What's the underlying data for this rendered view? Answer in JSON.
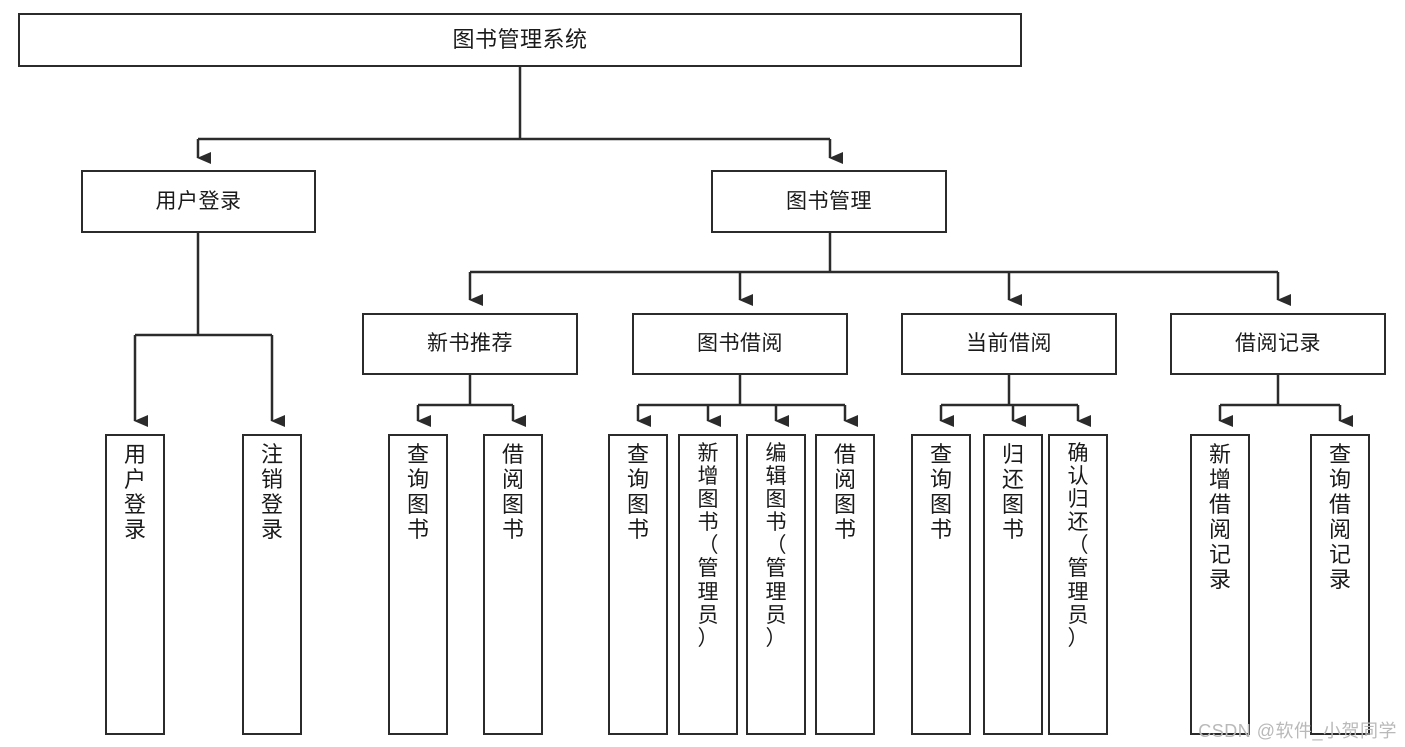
{
  "diagram": {
    "title": "图书管理系统",
    "type": "hierarchy-tree",
    "stroke_color": "#2b2b2b",
    "fill_color": "#ffffff",
    "text_color": "#1a1a1a",
    "levels": 4
  },
  "nodes": {
    "root": {
      "label": "图书管理系统",
      "level": 1
    },
    "level2": [
      {
        "id": "user-login",
        "label": "用户登录"
      },
      {
        "id": "book-manage",
        "label": "图书管理"
      }
    ],
    "level3": [
      {
        "id": "new-book-recommend",
        "label": "新书推荐",
        "parent": "book-manage"
      },
      {
        "id": "book-borrow",
        "label": "图书借阅",
        "parent": "book-manage"
      },
      {
        "id": "current-borrow",
        "label": "当前借阅",
        "parent": "book-manage"
      },
      {
        "id": "borrow-record",
        "label": "借阅记录",
        "parent": "book-manage"
      }
    ],
    "leaves": [
      {
        "id": "leaf-user-login",
        "label": "用户登录",
        "parent": "user-login"
      },
      {
        "id": "leaf-logout-login",
        "label": "注销登录",
        "parent": "user-login"
      },
      {
        "id": "leaf-query-book-1",
        "label": "查询图书",
        "parent": "new-book-recommend"
      },
      {
        "id": "leaf-borrow-book-1",
        "label": "借阅图书",
        "parent": "new-book-recommend"
      },
      {
        "id": "leaf-query-book-2",
        "label": "查询图书",
        "parent": "book-borrow"
      },
      {
        "id": "leaf-add-book",
        "label": "新增图书（管理员）",
        "parent": "book-borrow"
      },
      {
        "id": "leaf-edit-book",
        "label": "编辑图书（管理员）",
        "parent": "book-borrow"
      },
      {
        "id": "leaf-borrow-book-2",
        "label": "借阅图书",
        "parent": "book-borrow"
      },
      {
        "id": "leaf-query-book-3",
        "label": "查询图书",
        "parent": "current-borrow"
      },
      {
        "id": "leaf-return-book",
        "label": "归还图书",
        "parent": "current-borrow"
      },
      {
        "id": "leaf-confirm-return",
        "label": "确认归还（管理员）",
        "parent": "current-borrow"
      },
      {
        "id": "leaf-add-borrow-record",
        "label": "新增借阅记录",
        "parent": "borrow-record"
      },
      {
        "id": "leaf-query-borrow-record",
        "label": "查询借阅记录",
        "parent": "borrow-record"
      }
    ]
  },
  "watermark": {
    "text": "CSDN @软件_小贺同学"
  }
}
